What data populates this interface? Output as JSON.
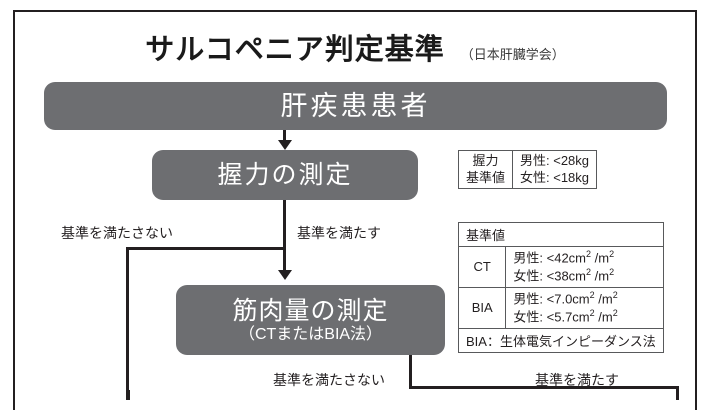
{
  "title": {
    "main": "サルコペニア判定基準",
    "sub": "（日本肝臓学会）"
  },
  "flow": {
    "patients": "肝疾患患者",
    "grip_measure": "握力の測定",
    "muscle_measure_line1": "筋肉量の測定",
    "muscle_measure_line2": "（CTまたはBIA法）"
  },
  "branches": {
    "grip_fail": "基準を満たさない",
    "grip_pass": "基準を満たす",
    "mass_fail": "基準を満たさない",
    "mass_pass": "基準を満たす"
  },
  "grip_table": {
    "label_line1": "握力",
    "label_line2": "基準値",
    "male": "男性: <28kg",
    "female": "女性: <18kg"
  },
  "mass_table": {
    "header": "基準値",
    "ct_label": "CT",
    "ct_male_pre": "男性: <42cm",
    "ct_male_unit_a": "2",
    "ct_male_mid": " /m",
    "ct_male_unit_b": "2",
    "ct_female_pre": "女性: <38cm",
    "ct_female_unit_a": "2",
    "ct_female_mid": " /m",
    "ct_female_unit_b": "2",
    "bia_label": "BIA",
    "bia_male_pre": "男性: <7.0cm",
    "bia_male_unit_a": "2",
    "bia_male_mid": " /m",
    "bia_male_unit_b": "2",
    "bia_female_pre": "女性: <5.7cm",
    "bia_female_unit_a": "2",
    "bia_female_mid": " /m",
    "bia_female_unit_b": "2",
    "footnote": "BIA：生体電気インピーダンス法"
  },
  "colors": {
    "box_fill": "#6d6e71",
    "line": "#231f20",
    "table_border": "#58595b",
    "background": "#ffffff"
  }
}
